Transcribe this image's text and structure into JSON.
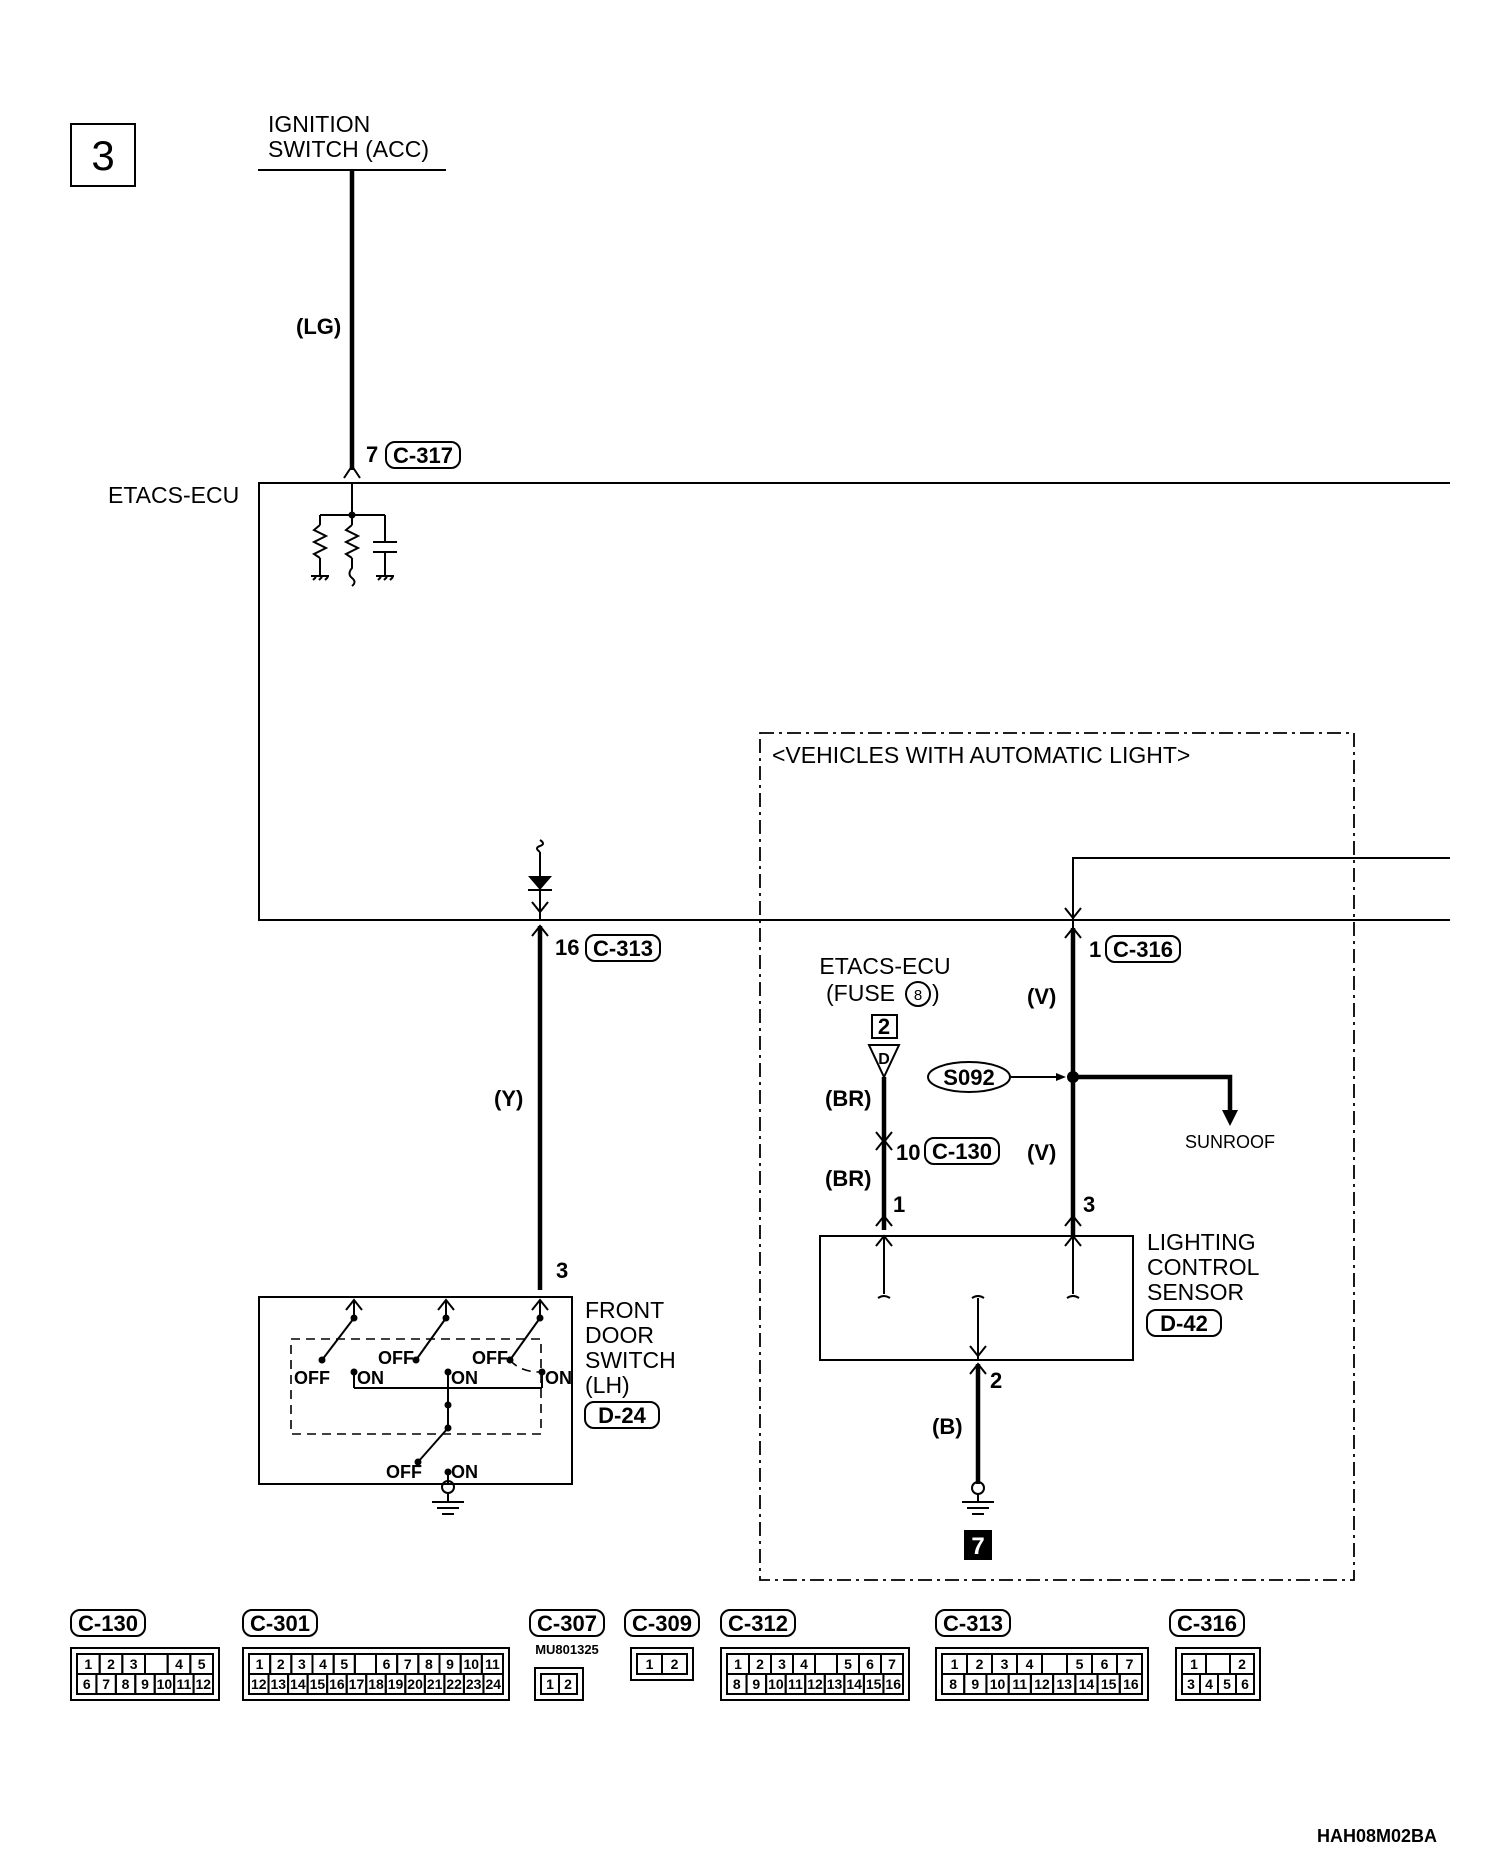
{
  "page_number": "3",
  "labels": {
    "ignition_switch": [
      "IGNITION",
      "SWITCH (ACC)"
    ],
    "etacs_ecu": "ETACS-ECU",
    "vehicles_note": "<VEHICLES WITH AUTOMATIC LIGHT>",
    "etacs_fuse": [
      "ETACS-ECU",
      "(FUSE",
      ")"
    ],
    "fuse_number": "8",
    "fuse_terminal": "2",
    "fuse_terminal_letter": "D",
    "splice": "S092",
    "sunroof": "SUNROOF",
    "lighting_sensor": [
      "LIGHTING",
      "CONTROL",
      "SENSOR"
    ],
    "lighting_sensor_conn": "D-42",
    "front_door_switch": [
      "FRONT",
      "DOOR",
      "SWITCH",
      "(LH)"
    ],
    "front_door_switch_conn": "D-24",
    "ground_ref": "7",
    "drawing_code": "HAH08M02BA"
  },
  "wires": {
    "lg": "(LG)",
    "y": "(Y)",
    "br1": "(BR)",
    "br2": "(BR)",
    "v1": "(V)",
    "v2": "(V)",
    "b": "(B)"
  },
  "pins": {
    "c317_pin": "7",
    "c317": "C-317",
    "c313_pin": "16",
    "c313": "C-313",
    "c316_pin": "1",
    "c316": "C-316",
    "c130_pin": "10",
    "c130": "C-130",
    "sensor_pin1": "1",
    "sensor_pin3": "3",
    "sensor_pin2": "2",
    "door_pin3": "3"
  },
  "switch_states": {
    "off": "OFF",
    "on": "ON"
  },
  "connectors": [
    {
      "id": "C-130",
      "rows": [
        [
          "1",
          "2",
          "3",
          "",
          "4",
          "5"
        ],
        [
          "6",
          "7",
          "8",
          "9",
          "10",
          "11",
          "12"
        ]
      ]
    },
    {
      "id": "C-301",
      "rows": [
        [
          "1",
          "2",
          "3",
          "4",
          "5",
          "",
          "6",
          "7",
          "8",
          "9",
          "10",
          "11"
        ],
        [
          "12",
          "13",
          "14",
          "15",
          "16",
          "17",
          "18",
          "19",
          "20",
          "21",
          "22",
          "23",
          "24"
        ]
      ]
    },
    {
      "id": "C-307",
      "part": "MU801325",
      "rows": [
        [
          "1",
          "2"
        ]
      ]
    },
    {
      "id": "C-309",
      "rows": [
        [
          "1",
          "2"
        ]
      ]
    },
    {
      "id": "C-312",
      "rows": [
        [
          "1",
          "2",
          "3",
          "4",
          "",
          "5",
          "6",
          "7"
        ],
        [
          "8",
          "9",
          "10",
          "11",
          "12",
          "13",
          "14",
          "15",
          "16"
        ]
      ]
    },
    {
      "id": "C-313",
      "rows": [
        [
          "1",
          "2",
          "3",
          "4",
          "",
          "5",
          "6",
          "7"
        ],
        [
          "8",
          "9",
          "10",
          "11",
          "12",
          "13",
          "14",
          "15",
          "16"
        ]
      ]
    },
    {
      "id": "C-316",
      "rows": [
        [
          "1",
          "",
          "2"
        ],
        [
          "3",
          "4",
          "5",
          "6"
        ]
      ]
    }
  ]
}
